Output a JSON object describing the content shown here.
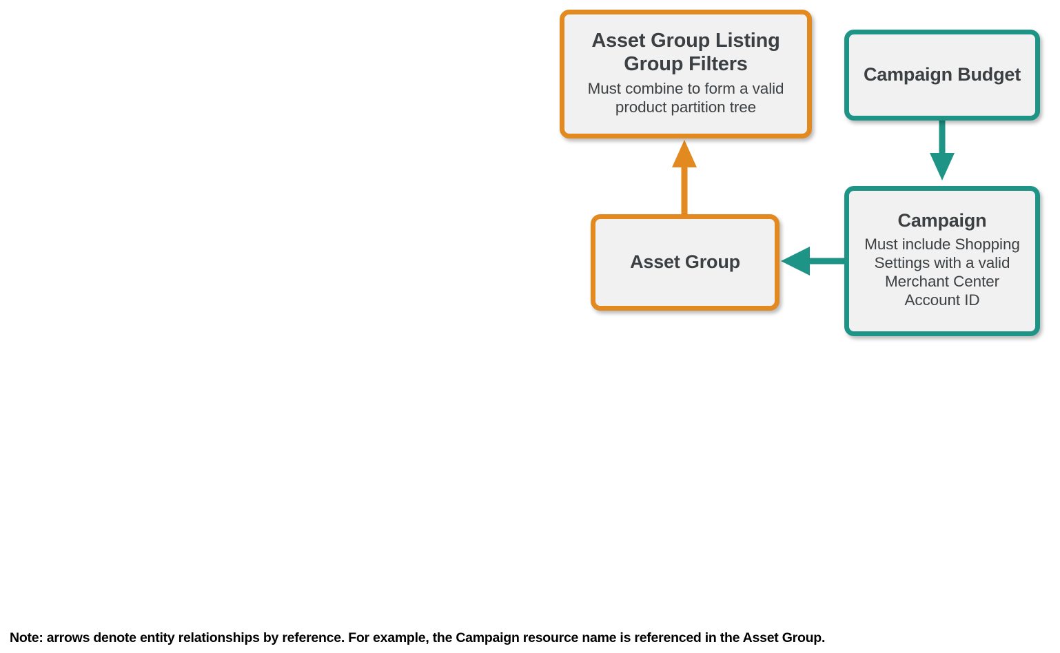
{
  "diagram": {
    "type": "entity-relationship",
    "background_color": "#FFFFFF",
    "palette": {
      "orange": "#E2891F",
      "teal": "#1E9486",
      "node_fill": "#F1F1F1",
      "text": "#3C4043",
      "note_text": "#000000"
    },
    "nodes": [
      {
        "id": "asset-group-listing-group-filters",
        "title": "Asset Group Listing Group Filters",
        "subtitle": "Must combine to form a valid product partition tree",
        "color": "#E2891F",
        "group": "asset"
      },
      {
        "id": "campaign-budget",
        "title": "Campaign Budget",
        "subtitle": "",
        "color": "#1E9486",
        "group": "campaign"
      },
      {
        "id": "asset-group",
        "title": "Asset Group",
        "subtitle": "",
        "color": "#E2891F",
        "group": "asset"
      },
      {
        "id": "campaign",
        "title": "Campaign",
        "subtitle": "Must include Shopping Settings with a valid Merchant Center Account ID",
        "color": "#1E9486",
        "group": "campaign"
      }
    ],
    "edges": [
      {
        "id": "edge-asset-group-to-filters",
        "from": "asset-group",
        "to": "asset-group-listing-group-filters",
        "direction": "up",
        "color": "#E2891F"
      },
      {
        "id": "edge-budget-to-campaign",
        "from": "campaign-budget",
        "to": "campaign",
        "direction": "down",
        "color": "#1E9486"
      },
      {
        "id": "edge-campaign-to-asset-group",
        "from": "campaign",
        "to": "asset-group",
        "direction": "left",
        "color": "#1E9486"
      }
    ]
  },
  "footer": {
    "note": "Note: arrows denote entity relationships by reference. For example, the Campaign resource name is referenced in the Asset Group."
  }
}
